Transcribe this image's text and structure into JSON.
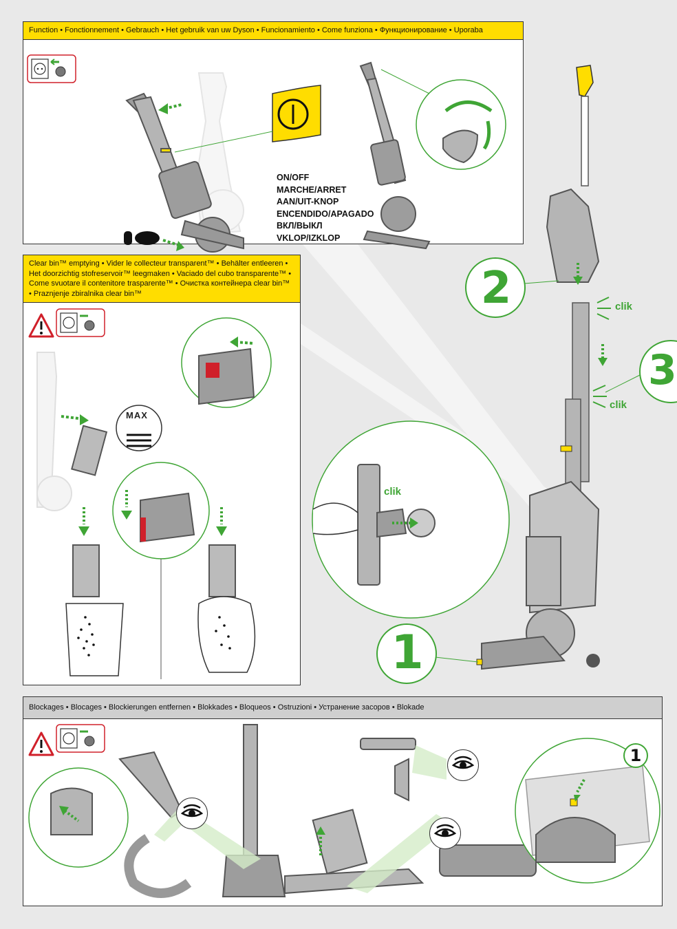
{
  "sections": {
    "function": {
      "title": "Function • Fonctionnement • Gebrauch • Het gebruik van uw Dyson • Funcionamiento • Come funziona • Функционирование • Uporaba",
      "onoff_lines": [
        "ON/OFF",
        "MARCHE/ARRET",
        "AAN/UIT-KNOP",
        "ENCENDIDO/APAGADO",
        "ВКЛ/ВЫКЛ",
        "VKLOP/IZKLOP"
      ]
    },
    "clear_bin": {
      "title": "Clear bin™ emptying • Vider le collecteur transparent™ • Behälter entleeren • Het doorzichtig stofreservoir™ leegmaken • Vaciado del cubo transparente™ • Come svuotare il contenitore trasparente™ • Очистка контейнера clear bin™ • Praznjenje zbiralnika clear bin™",
      "max_label": "MAX"
    },
    "blockages": {
      "title": "Blockages • Blocages • Blockierungen entfernen • Blokkades • Bloqueos • Ostruzioni • Устранение засоров • Blokade"
    },
    "assembly": {
      "clik_labels": [
        "clik",
        "clik",
        "clik"
      ],
      "step_numbers": [
        "2",
        "1",
        "1",
        "3"
      ]
    }
  },
  "colors": {
    "accent_yellow": "#ffdd00",
    "accent_green": "#3fa535",
    "warning_red": "#d0202a",
    "machine_grey": "#9d9d9d"
  },
  "icons": [
    "warning-icon",
    "unplug-icon",
    "power-button-icon",
    "eye-icon",
    "foot-icon"
  ]
}
